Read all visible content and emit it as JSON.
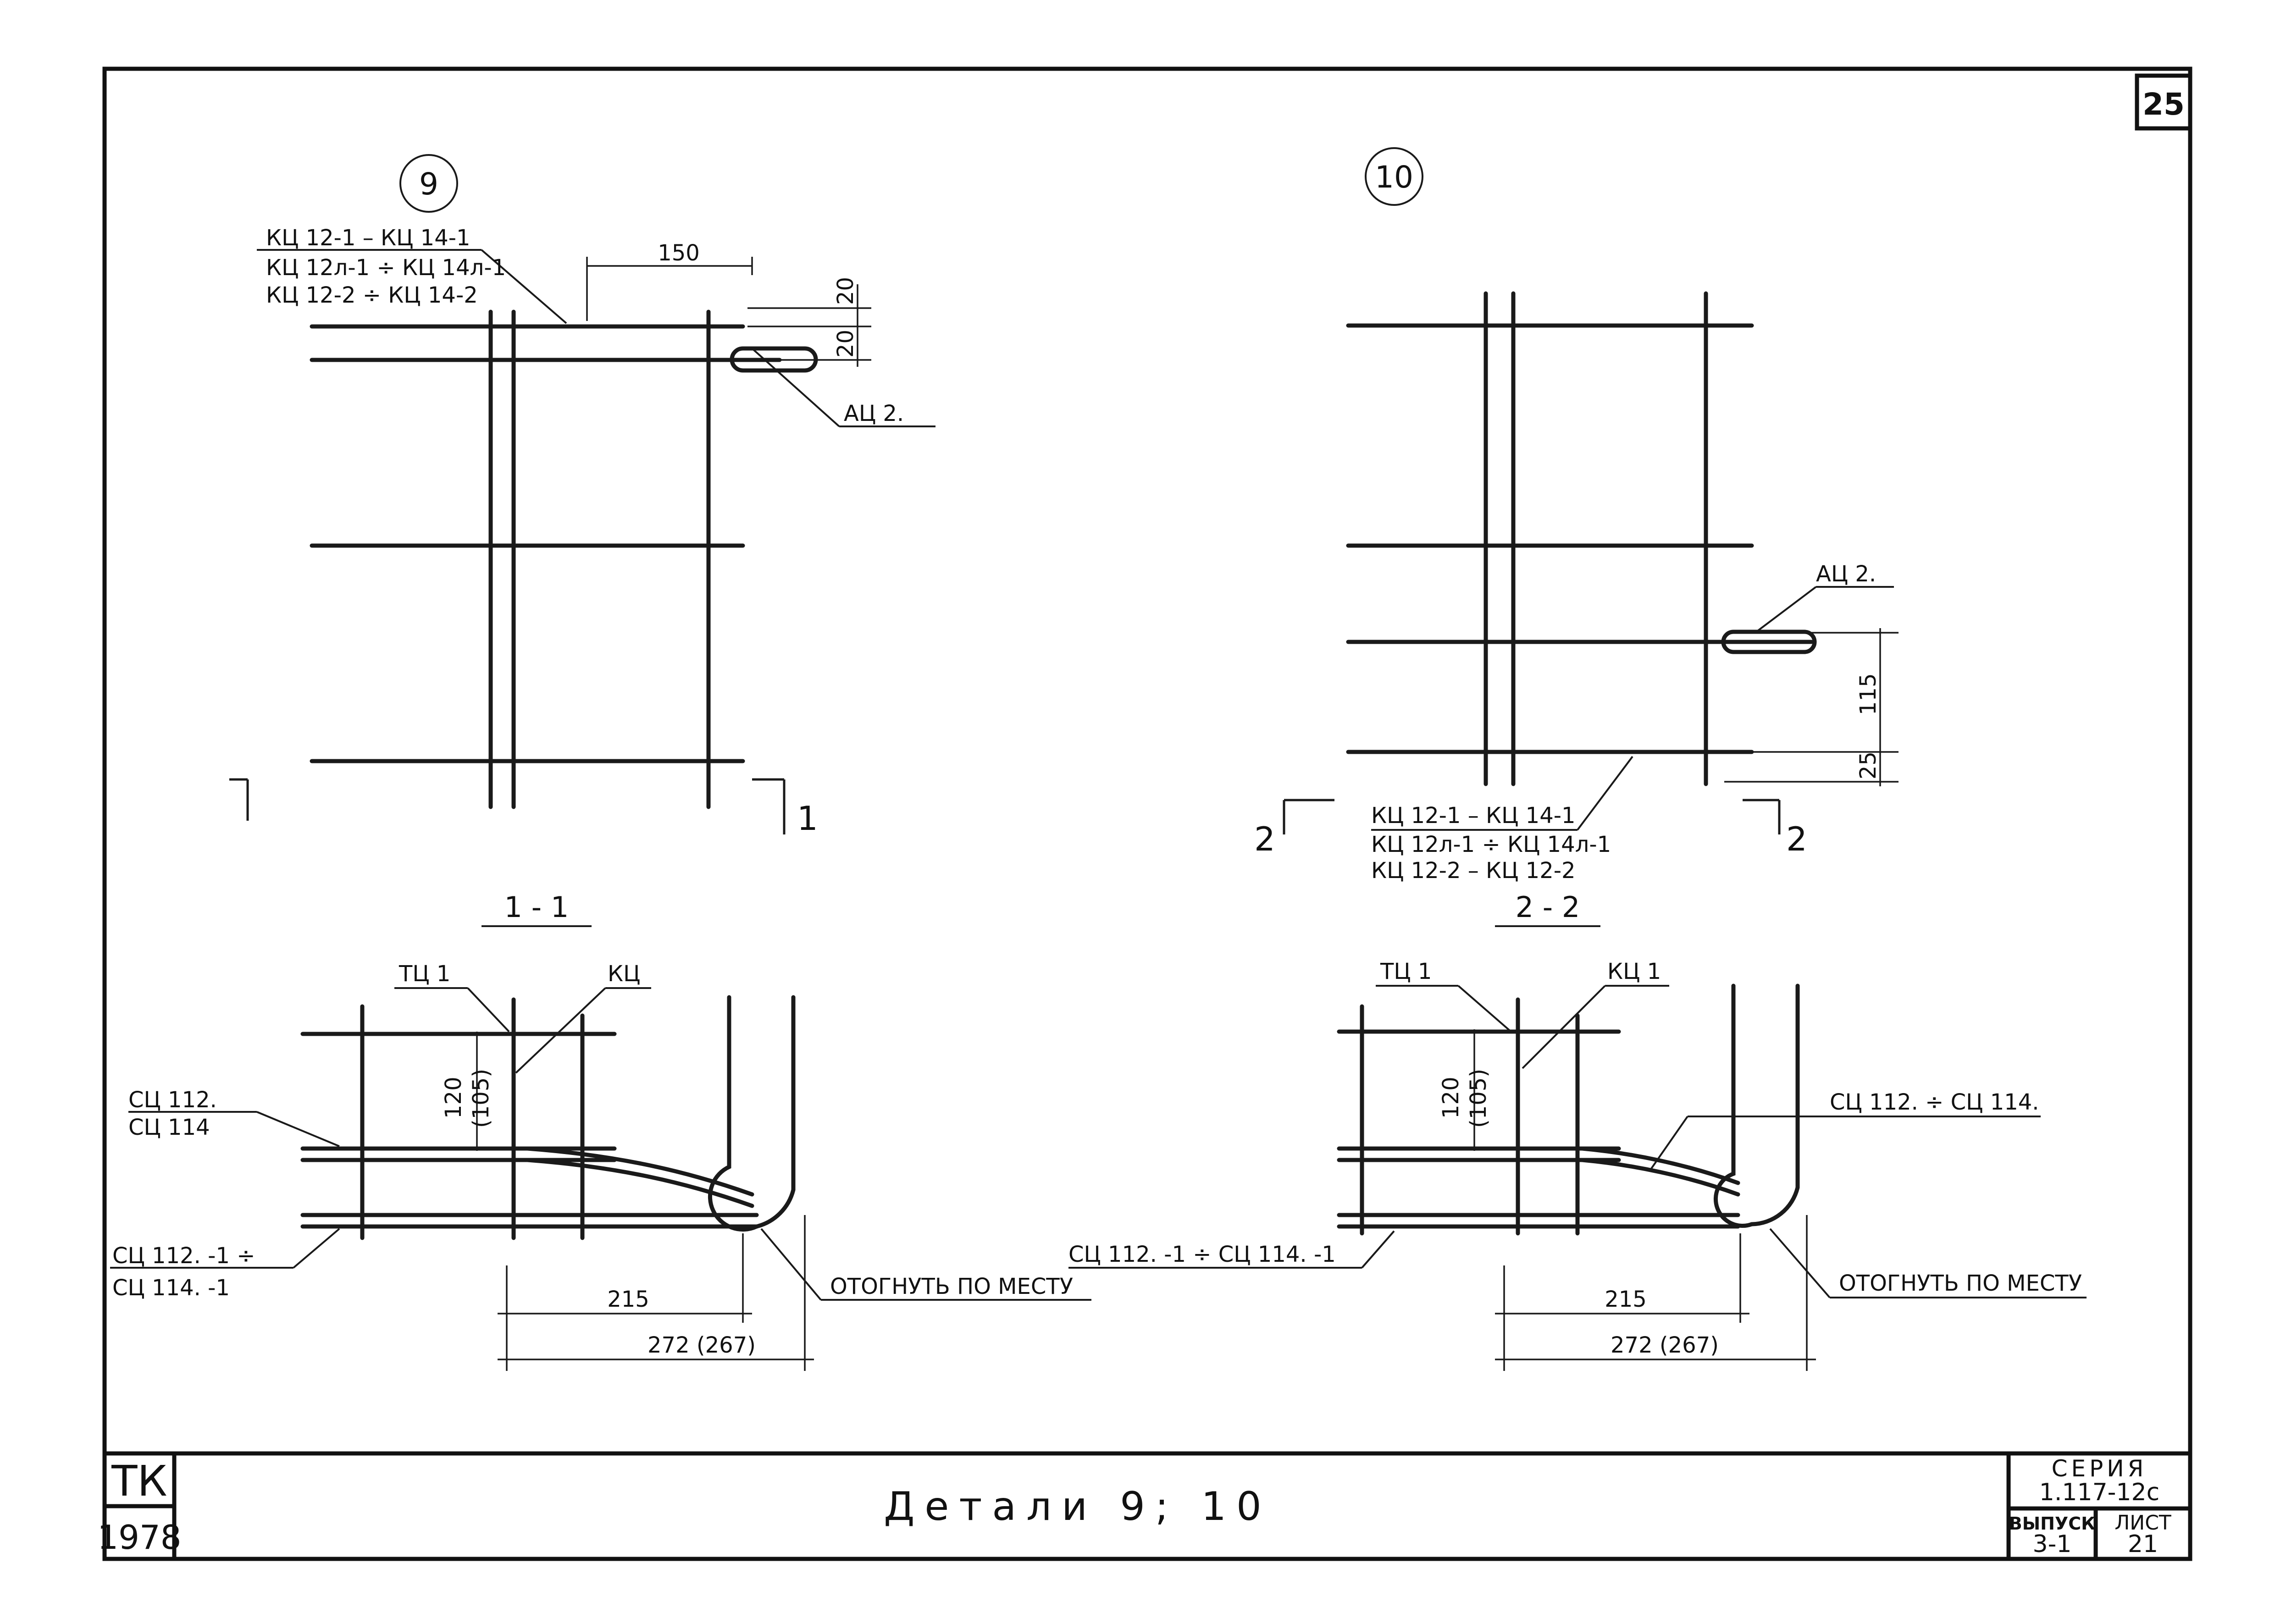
{
  "sheet": {
    "page_number": "25",
    "org": "ТК",
    "year": "1978",
    "title": "Детали 9; 10",
    "series_label": "СЕРИЯ",
    "series_value": "1.117-12с",
    "issue_label": "ВЫПУСК",
    "issue_value": "3-1",
    "sheet_label": "ЛИСТ",
    "sheet_value": "21"
  },
  "detail9": {
    "number": "9",
    "callout": [
      "КЦ 12-1 – КЦ 14-1",
      "КЦ 12л-1 ÷ КЦ 14л-1",
      "КЦ 12-2 ÷ КЦ 14-2"
    ],
    "dim_150": "150",
    "dim_20a": "20",
    "dim_20b": "20",
    "anchor": "АЦ 2.",
    "cut_mark": "1",
    "section_title": "1 - 1"
  },
  "detail10": {
    "number": "10",
    "anchor": "АЦ 2.",
    "dim_115": "115",
    "dim_25": "25",
    "callout": [
      "КЦ 12-1 – КЦ 14-1",
      "КЦ 12л-1 ÷ КЦ 14л-1",
      "КЦ 12-2 – КЦ 12-2"
    ],
    "cut_mark": "2",
    "section_title": "2 - 2"
  },
  "section1": {
    "tc": "ТЦ 1",
    "kc": "КЦ",
    "sc_top": [
      "СЦ 112.",
      "СЦ 114"
    ],
    "sc_bottom": [
      "СЦ 112. -1 ÷",
      "СЦ 114. -1"
    ],
    "dim_120": "120",
    "dim_105": "(105)",
    "bend_note": "ОТОГНУТЬ ПО МЕСТУ",
    "dim_215": "215",
    "dim_272": "272 (267)"
  },
  "section2": {
    "tc": "ТЦ 1",
    "kc": "КЦ 1",
    "sc_top": "СЦ 112. ÷ СЦ 114.",
    "sc_bottom": "СЦ 112. -1 ÷ СЦ 114. -1",
    "dim_120": "120",
    "dim_105": "(105)",
    "bend_note": "ОТОГНУТЬ ПО МЕСТУ",
    "dim_215": "215",
    "dim_272": "272 (267)"
  }
}
